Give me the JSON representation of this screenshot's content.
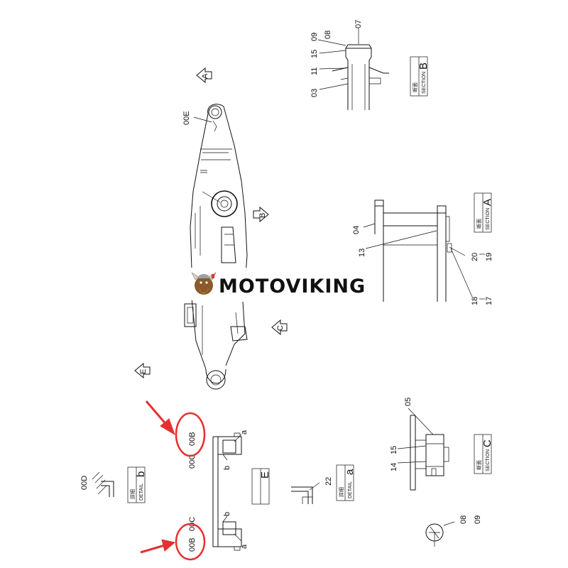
{
  "watermark": {
    "brand": "MOTOVIKING",
    "logo_icon": "viking-mascot-icon"
  },
  "views": {
    "A": {
      "letter": "A"
    },
    "B": {
      "letter": "B"
    },
    "C": {
      "letter": "C"
    },
    "E": {
      "letter": "E"
    }
  },
  "sections": [
    {
      "letter": "B",
      "text1": "断面",
      "text2": "SECTION"
    },
    {
      "letter": "A",
      "text1": "断面",
      "text2": "SECTION"
    },
    {
      "letter": "C",
      "text1": "断面",
      "text2": "SECTION"
    },
    {
      "letter": "E",
      "text1": "",
      "text2": ""
    },
    {
      "letter": "a",
      "text1": "詳細",
      "text2": "DETAIL"
    },
    {
      "letter": "b",
      "text1": "詳細",
      "text2": "DETAIL"
    }
  ],
  "labels": {
    "p07": "07",
    "p09a": "09",
    "p08a": "08",
    "p15a": "15",
    "p11": "11",
    "p03": "03",
    "p00E": "00E",
    "p04": "04",
    "p13": "13",
    "p20": "20",
    "p19": "19",
    "p18": "18",
    "p17": "17",
    "p05": "05",
    "p15b": "15",
    "p14": "14",
    "p00B_top": "00B",
    "p00C_top": "00C",
    "p00C_bot": "00C",
    "p00B_bot": "00B",
    "pa1": "a",
    "pb1": "b",
    "pb2": "b",
    "pa2": "a",
    "p00D": "00D",
    "p22": "22",
    "p08b": "08",
    "p09b": "09"
  }
}
